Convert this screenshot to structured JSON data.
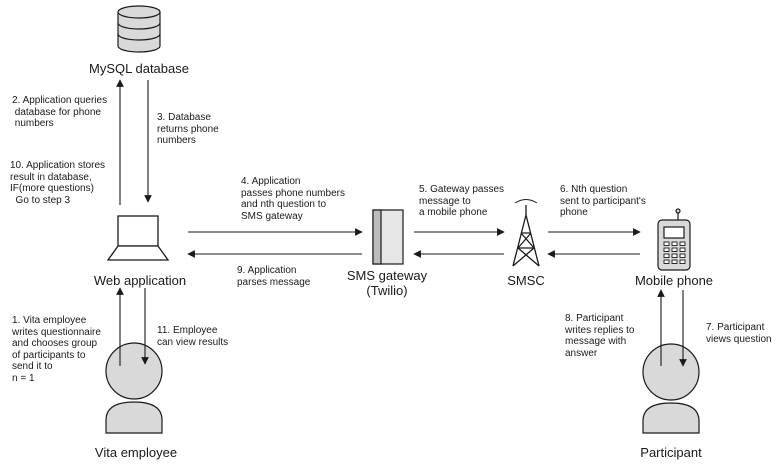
{
  "nodes": {
    "mysql": "MySQL database",
    "webapp": "Web application",
    "vita": "Vita employee",
    "gateway": "SMS gateway\n(Twilio)",
    "smsc": "SMSC",
    "mobile": "Mobile phone",
    "participant": "Participant"
  },
  "steps": {
    "s1": "1. Vita employee\nwrites questionnaire\nand chooses group\nof participants to\nsend it to\nn = 1",
    "s2": "2. Application queries\n database for phone\n numbers",
    "s3": "3. Database\nreturns phone\nnumbers",
    "s4": "4. Application\npasses phone numbers\nand nth question to\nSMS gateway",
    "s5": "5. Gateway passes\nmessage to\na mobile phone",
    "s6": "6. Nth question\nsent to participant's\nphone",
    "s7": "7. Participant\nviews question",
    "s8": "8. Participant\nwrites replies to\nmessage with\nanswer",
    "s9": "9. Application\nparses message",
    "s10": "10. Application stores\nresult in database,\nIF(more questions)\n  Go to step 3",
    "s11": "11. Employee\ncan view results"
  },
  "icons": [
    "database-icon",
    "laptop-icon",
    "person-icon",
    "server-icon",
    "antenna-tower-icon",
    "mobile-phone-icon"
  ],
  "colors": {
    "icon_fill": "#d9d9d9",
    "stroke": "#1a1a1a"
  }
}
